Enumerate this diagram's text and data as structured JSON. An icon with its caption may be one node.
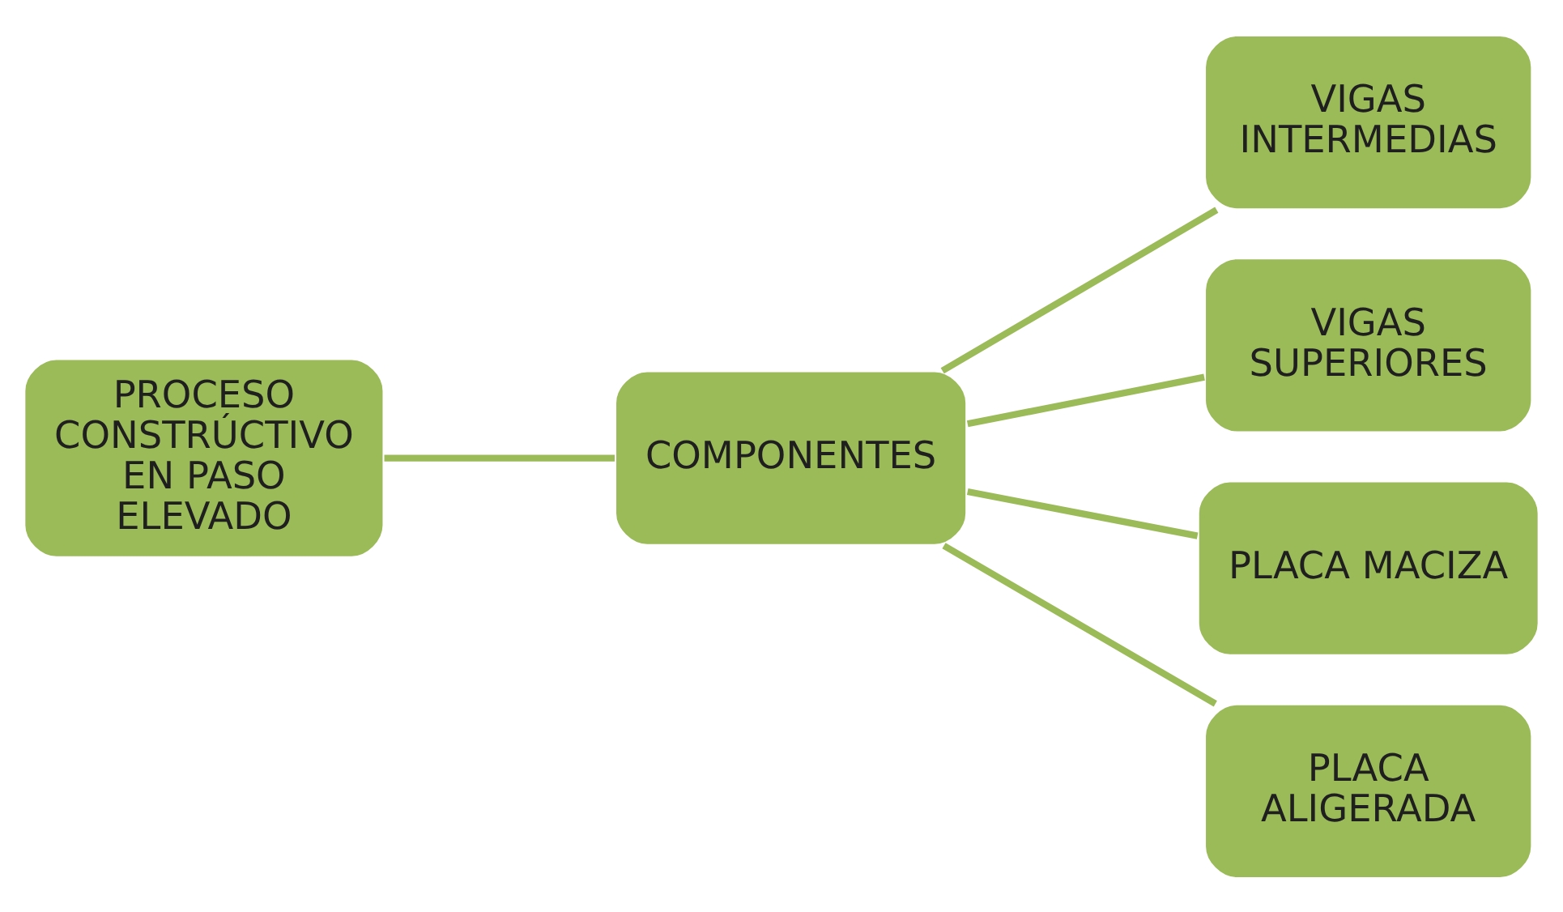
{
  "diagram": {
    "nodes": [
      {
        "text": [
          "PROCESO CONSTRÚCTIVO EN PASO ELEVADO"
        ]
      },
      {
        "text": [
          "COMPONENTES"
        ]
      },
      {
        "text": [
          "VIGAS INTERMEDIAS"
        ]
      },
      {
        "text": [
          "VIGAS SUPERIORES"
        ]
      },
      {
        "text": [
          "PLACA MACIZA"
        ]
      },
      {
        "text": [
          "PLACA ALIGERADA"
        ]
      }
    ],
    "edges": [
      {
        "from": 0,
        "to": 1,
        "arrow": "none"
      },
      {
        "from": 1,
        "to": 2,
        "arrow": "none"
      },
      {
        "from": 1,
        "to": 3,
        "arrow": "none"
      },
      {
        "from": 1,
        "to": 4,
        "arrow": "none"
      },
      {
        "from": 1,
        "to": 5,
        "arrow": "none"
      }
    ]
  }
}
